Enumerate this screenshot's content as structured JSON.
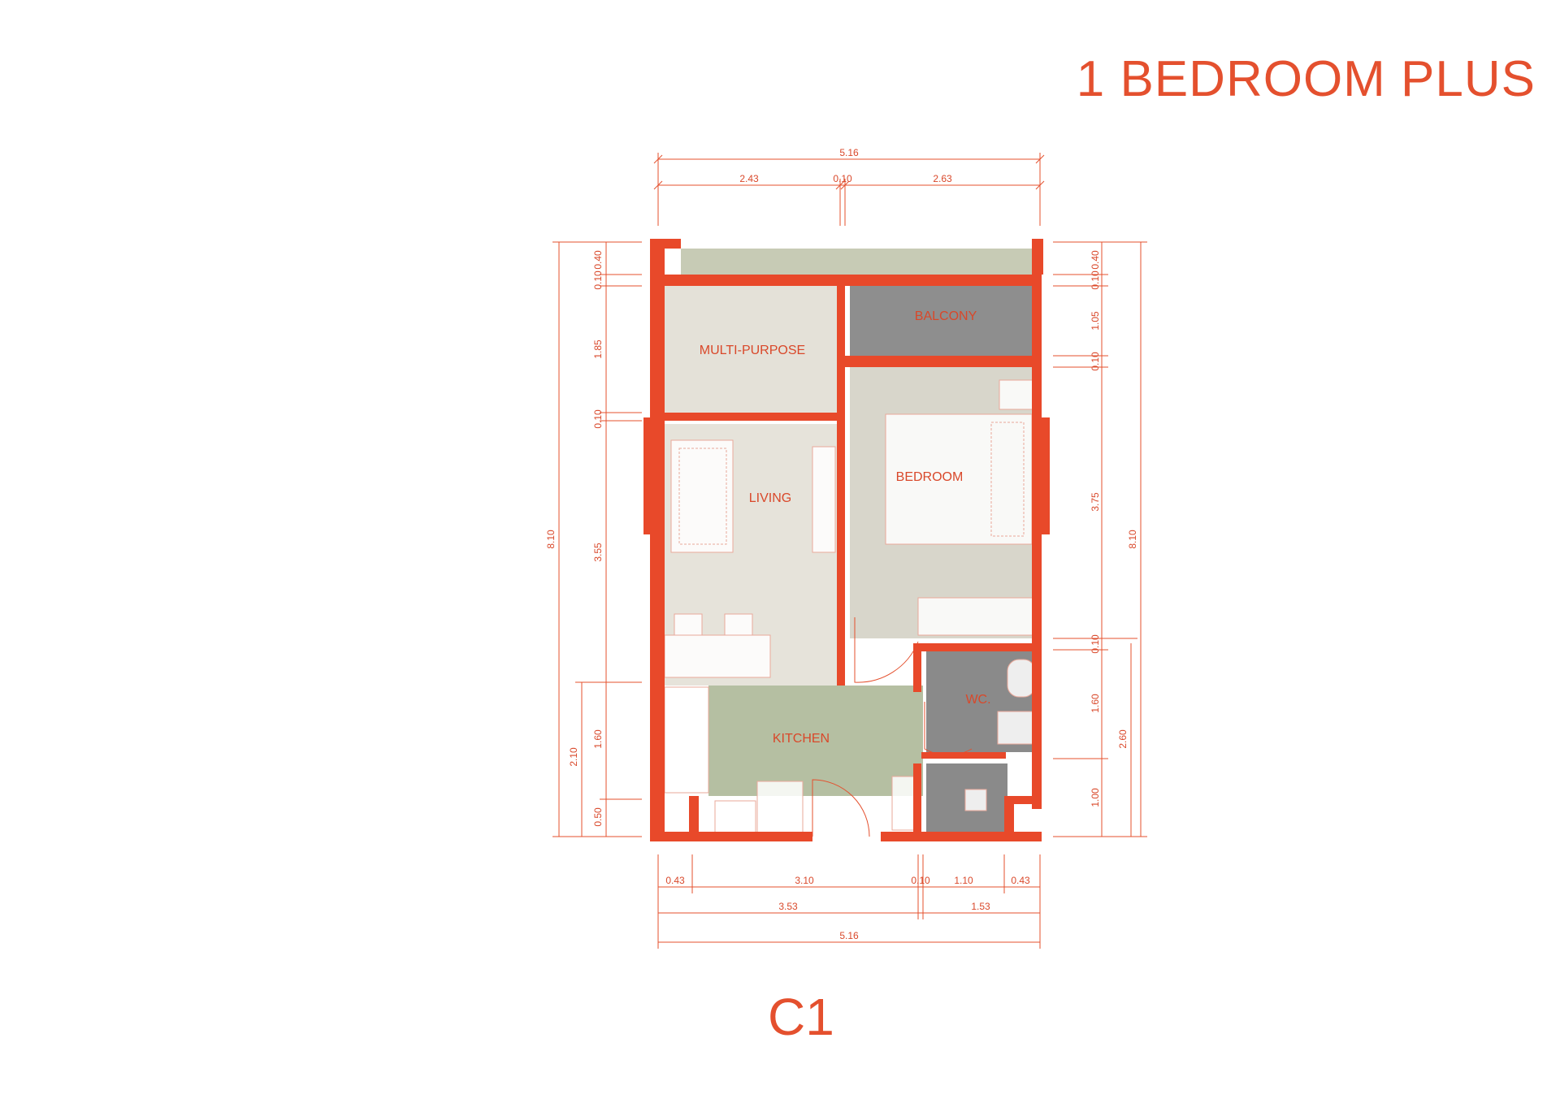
{
  "title": "1 BEDROOM PLUS",
  "unit_code": "C1",
  "rooms": {
    "multi_purpose": "MULTI-PURPOSE",
    "balcony": "BALCONY",
    "living": "LIVING",
    "bedroom": "BEDROOM",
    "wc": "WC.",
    "kitchen": "KITCHEN"
  },
  "colors": {
    "wall": "#e8492a",
    "text": "#e4502e",
    "balcony_floor": "#8e8e8e",
    "wc_floor": "#8a8a8a",
    "kitchen_floor": "#b5bfa2",
    "living_floor": "#e6e3da",
    "bedroom_floor": "#d8d6cb",
    "planter": "#c7cbb5"
  },
  "dimensions": {
    "top_total": "5.16",
    "top_left": "2.43",
    "top_mid": "0.10",
    "top_right": "2.63",
    "bottom_a": "0.43",
    "bottom_b": "3.10",
    "bottom_c": "0.10",
    "bottom_d": "1.10",
    "bottom_e": "0.43",
    "bottom_f": "3.53",
    "bottom_g": "1.53",
    "bottom_total": "5.16",
    "left_total": "8.10",
    "left_a": "0.40",
    "left_b": "0.10",
    "left_c": "1.85",
    "left_d": "0.10",
    "left_e": "3.55",
    "left_f": "1.60",
    "left_g": "0.50",
    "left_h": "2.10",
    "right_total": "8.10",
    "right_a": "0.40",
    "right_b": "0.10",
    "right_c": "1.05",
    "right_d": "0.10",
    "right_e": "3.75",
    "right_f": "0.10",
    "right_g": "1.60",
    "right_h": "1.00",
    "right_i": "2.60"
  }
}
